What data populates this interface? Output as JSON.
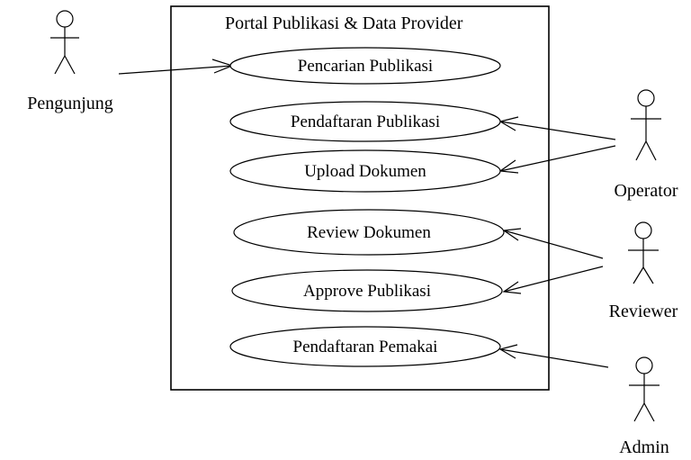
{
  "system": {
    "title": "Portal Publikasi & Data Provider"
  },
  "actors": [
    {
      "id": "pengunjung",
      "label": "Pengunjung"
    },
    {
      "id": "operator",
      "label": "Operator"
    },
    {
      "id": "reviewer",
      "label": "Reviewer"
    },
    {
      "id": "admin",
      "label": "Admin"
    }
  ],
  "use_cases": [
    {
      "id": "pencarian",
      "label": "Pencarian Publikasi"
    },
    {
      "id": "pendaftaran_publikasi",
      "label": "Pendaftaran Publikasi"
    },
    {
      "id": "upload",
      "label": "Upload Dokumen"
    },
    {
      "id": "review",
      "label": "Review Dokumen"
    },
    {
      "id": "approve",
      "label": "Approve Publikasi"
    },
    {
      "id": "pendaftaran_pemakai",
      "label": "Pendaftaran Pemakai"
    }
  ],
  "associations": [
    {
      "from": "pengunjung",
      "to": "pencarian"
    },
    {
      "from": "operator",
      "to": "pendaftaran_publikasi"
    },
    {
      "from": "operator",
      "to": "upload"
    },
    {
      "from": "reviewer",
      "to": "review"
    },
    {
      "from": "reviewer",
      "to": "approve"
    },
    {
      "from": "admin",
      "to": "pendaftaran_pemakai"
    }
  ]
}
